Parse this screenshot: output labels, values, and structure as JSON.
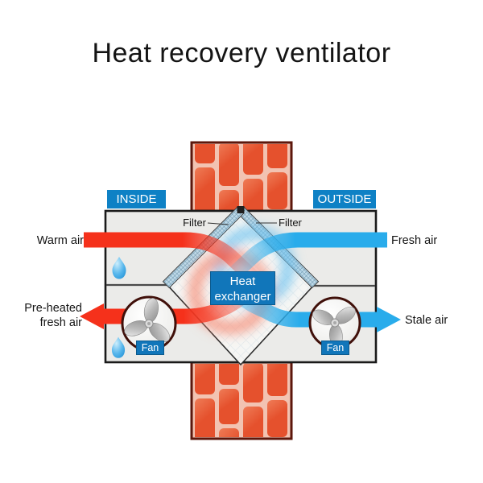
{
  "title": "Heat recovery ventilator",
  "zones": {
    "inside": "INSIDE",
    "outside": "OUTSIDE"
  },
  "flows": {
    "warm_air": "Warm air",
    "fresh_air": "Fresh air",
    "preheated_line1": "Pre-heated",
    "preheated_line2": "fresh air",
    "stale_air": "Stale air"
  },
  "components": {
    "filter_left": "Filter",
    "filter_right": "Filter",
    "heat_exchanger_line1": "Heat",
    "heat_exchanger_line2": "exchanger",
    "fan_left": "Fan",
    "fan_right": "Fan"
  },
  "icons": {
    "fan_left": "fan-icon",
    "fan_right": "fan-icon",
    "droplet_upper": "water-droplet-icon",
    "droplet_lower": "water-droplet-icon"
  },
  "colors": {
    "warm": "#f5311b",
    "cool": "#29aceb",
    "badge_blue": "#0e81c5",
    "panel_blue": "#1176ba",
    "box_fill": "#ebebe9",
    "box_border": "#1a1a1a",
    "brick": "#e5512d",
    "brick_light": "#ef7c57",
    "mortar": "#f2c3b2",
    "wall_border": "#5c170c",
    "filter_blue": "#bdd9e8",
    "text": "#141414"
  }
}
